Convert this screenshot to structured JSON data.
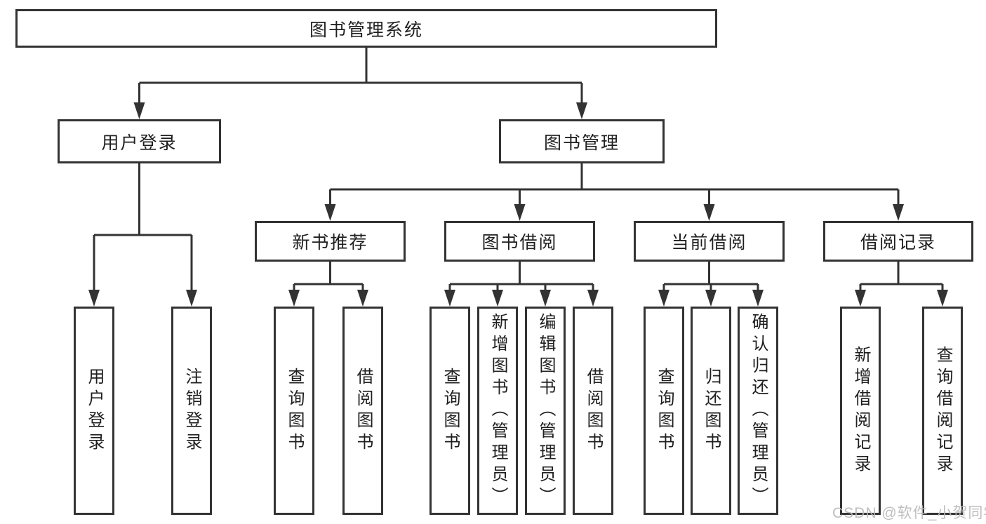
{
  "tree": {
    "root": {
      "label": "图书管理系统"
    },
    "children": [
      {
        "label": "用户登录",
        "children": [
          {
            "label": "用户登录"
          },
          {
            "label": "注销登录"
          }
        ]
      },
      {
        "label": "图书管理",
        "children": [
          {
            "label": "新书推荐",
            "children": [
              {
                "label": "查询图书"
              },
              {
                "label": "借阅图书"
              }
            ]
          },
          {
            "label": "图书借阅",
            "children": [
              {
                "label": "查询图书"
              },
              {
                "label": "新增图书（管理员）"
              },
              {
                "label": "编辑图书（管理员）"
              },
              {
                "label": "借阅图书"
              }
            ]
          },
          {
            "label": "当前借阅",
            "children": [
              {
                "label": "查询图书"
              },
              {
                "label": "归还图书"
              },
              {
                "label": "确认归还（管理员）"
              }
            ]
          },
          {
            "label": "借阅记录",
            "children": [
              {
                "label": "新增借阅记录"
              },
              {
                "label": "查询借阅记录"
              }
            ]
          }
        ]
      }
    ]
  },
  "watermark": {
    "text": "CSDN @软件_小贺同学",
    "color": "#b9b9b9"
  },
  "colors": {
    "line": "#333333",
    "box_border": "#333333",
    "box_fill": "#ffffff",
    "text": "#1f1f1f",
    "background": "#ffffff"
  }
}
